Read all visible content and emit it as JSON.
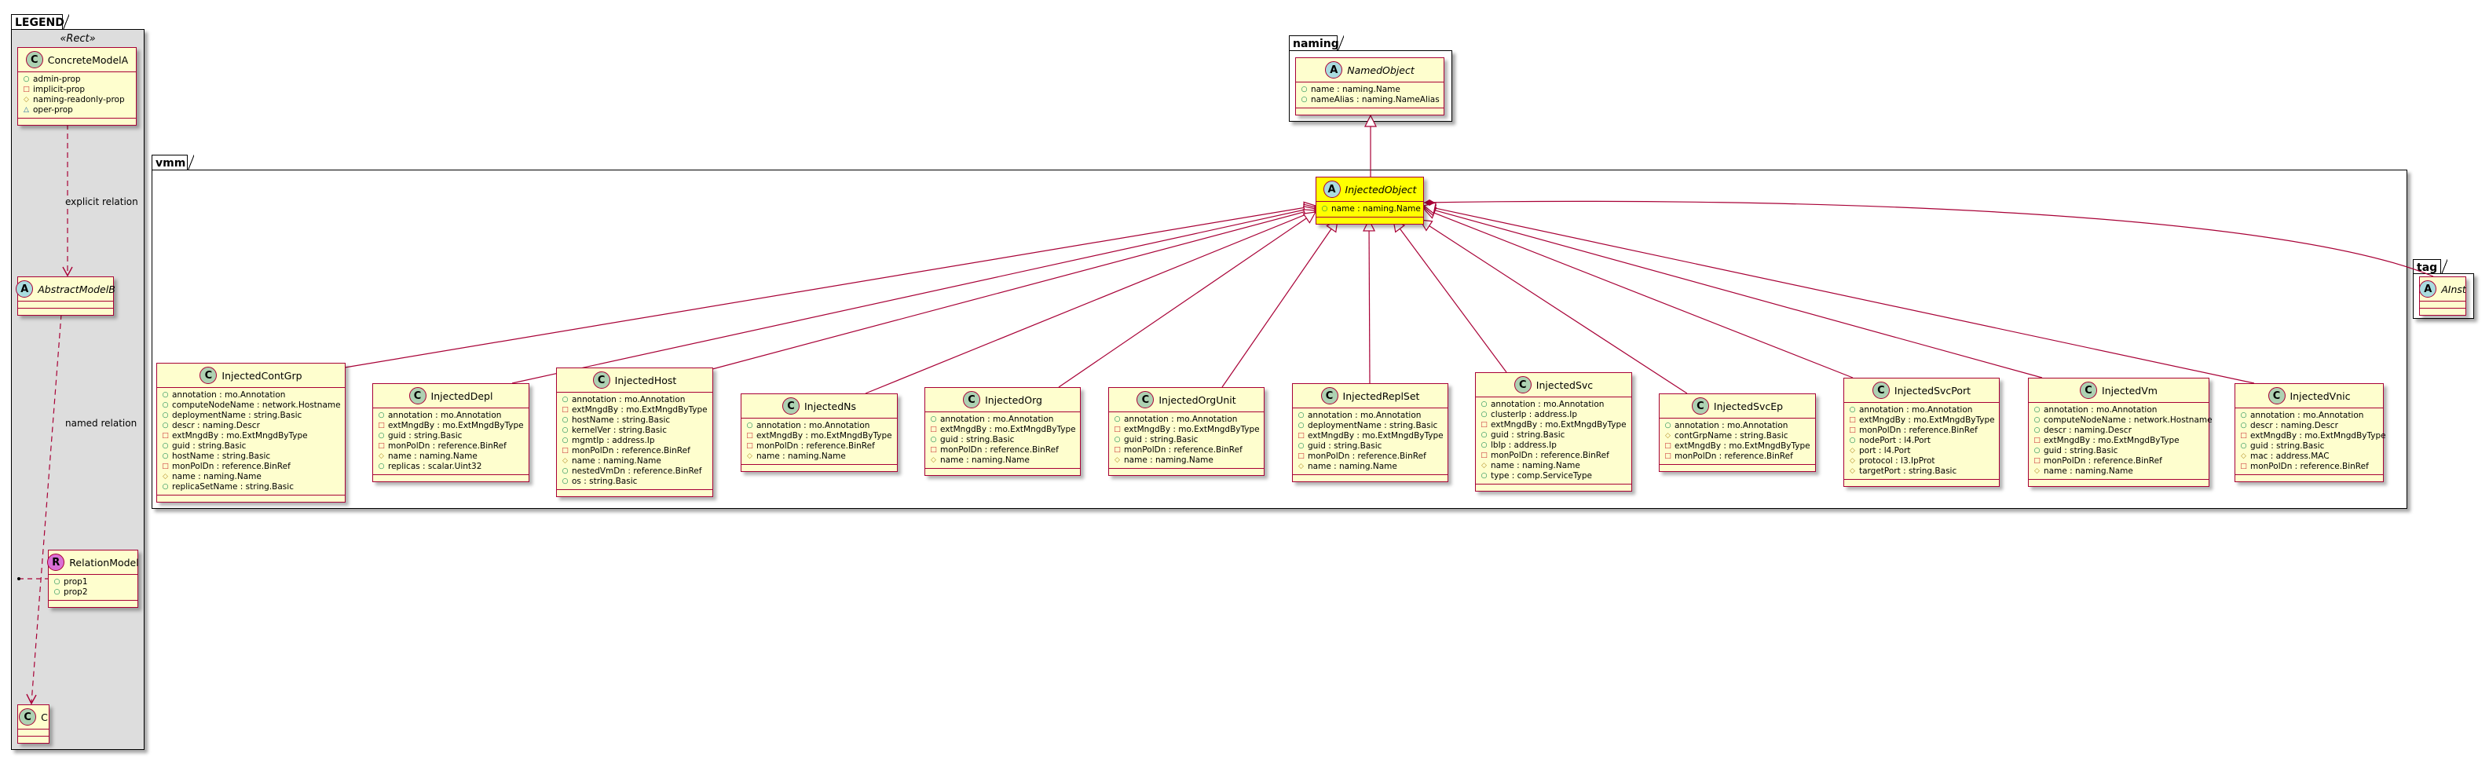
{
  "legend": {
    "title": "LEGEND",
    "stereotype": "«Rect»",
    "classes": [
      {
        "name": "ConcreteModelA",
        "kind": "C",
        "attributes": [
          {
            "vis": "+",
            "text": "admin-prop"
          },
          {
            "vis": "-",
            "text": "implicit-prop"
          },
          {
            "vis": "#",
            "text": "naming-readonly-prop"
          },
          {
            "vis": "~",
            "text": "oper-prop"
          }
        ]
      },
      {
        "name": "AbstractModelB",
        "kind": "A",
        "attributes": []
      },
      {
        "name": "RelationModel",
        "kind": "R",
        "attributes": [
          {
            "vis": "+",
            "text": "prop1"
          },
          {
            "vis": "+",
            "text": "prop2"
          }
        ]
      },
      {
        "name": "C",
        "kind": "C",
        "attributes": []
      }
    ],
    "explicit_relation_label": "explicit relation",
    "named_relation_label": "named relation"
  },
  "packages": {
    "naming": "naming",
    "vmm": "vmm",
    "tag": "tag"
  },
  "named_object": {
    "name": "NamedObject",
    "kind": "A",
    "attributes": [
      {
        "vis": "+",
        "text": "name : naming.Name"
      },
      {
        "vis": "+",
        "text": "nameAlias : naming.NameAlias"
      }
    ]
  },
  "injected_object": {
    "name": "InjectedObject",
    "kind": "A",
    "attributes": [
      {
        "vis": "+",
        "text": "name : naming.Name"
      }
    ]
  },
  "ainst": {
    "name": "AInst",
    "kind": "A",
    "attributes": []
  },
  "classes": [
    {
      "name": "InjectedContGrp",
      "kind": "C",
      "attributes": [
        {
          "vis": "+",
          "text": "annotation : mo.Annotation"
        },
        {
          "vis": "+",
          "text": "computeNodeName : network.Hostname"
        },
        {
          "vis": "+",
          "text": "deploymentName : string.Basic"
        },
        {
          "vis": "+",
          "text": "descr : naming.Descr"
        },
        {
          "vis": "-",
          "text": "extMngdBy : mo.ExtMngdByType"
        },
        {
          "vis": "+",
          "text": "guid : string.Basic"
        },
        {
          "vis": "+",
          "text": "hostName : string.Basic"
        },
        {
          "vis": "-",
          "text": "monPolDn : reference.BinRef"
        },
        {
          "vis": "#",
          "text": "name : naming.Name"
        },
        {
          "vis": "+",
          "text": "replicaSetName : string.Basic"
        }
      ]
    },
    {
      "name": "InjectedDepl",
      "kind": "C",
      "attributes": [
        {
          "vis": "+",
          "text": "annotation : mo.Annotation"
        },
        {
          "vis": "-",
          "text": "extMngdBy : mo.ExtMngdByType"
        },
        {
          "vis": "+",
          "text": "guid : string.Basic"
        },
        {
          "vis": "-",
          "text": "monPolDn : reference.BinRef"
        },
        {
          "vis": "#",
          "text": "name : naming.Name"
        },
        {
          "vis": "+",
          "text": "replicas : scalar.Uint32"
        }
      ]
    },
    {
      "name": "InjectedHost",
      "kind": "C",
      "attributes": [
        {
          "vis": "+",
          "text": "annotation : mo.Annotation"
        },
        {
          "vis": "-",
          "text": "extMngdBy : mo.ExtMngdByType"
        },
        {
          "vis": "+",
          "text": "hostName : string.Basic"
        },
        {
          "vis": "+",
          "text": "kernelVer : string.Basic"
        },
        {
          "vis": "+",
          "text": "mgmtIp : address.Ip"
        },
        {
          "vis": "-",
          "text": "monPolDn : reference.BinRef"
        },
        {
          "vis": "#",
          "text": "name : naming.Name"
        },
        {
          "vis": "+",
          "text": "nestedVmDn : reference.BinRef"
        },
        {
          "vis": "+",
          "text": "os : string.Basic"
        }
      ]
    },
    {
      "name": "InjectedNs",
      "kind": "C",
      "attributes": [
        {
          "vis": "+",
          "text": "annotation : mo.Annotation"
        },
        {
          "vis": "-",
          "text": "extMngdBy : mo.ExtMngdByType"
        },
        {
          "vis": "-",
          "text": "monPolDn : reference.BinRef"
        },
        {
          "vis": "#",
          "text": "name : naming.Name"
        }
      ]
    },
    {
      "name": "InjectedOrg",
      "kind": "C",
      "attributes": [
        {
          "vis": "+",
          "text": "annotation : mo.Annotation"
        },
        {
          "vis": "-",
          "text": "extMngdBy : mo.ExtMngdByType"
        },
        {
          "vis": "+",
          "text": "guid : string.Basic"
        },
        {
          "vis": "-",
          "text": "monPolDn : reference.BinRef"
        },
        {
          "vis": "#",
          "text": "name : naming.Name"
        }
      ]
    },
    {
      "name": "InjectedOrgUnit",
      "kind": "C",
      "attributes": [
        {
          "vis": "+",
          "text": "annotation : mo.Annotation"
        },
        {
          "vis": "-",
          "text": "extMngdBy : mo.ExtMngdByType"
        },
        {
          "vis": "+",
          "text": "guid : string.Basic"
        },
        {
          "vis": "-",
          "text": "monPolDn : reference.BinRef"
        },
        {
          "vis": "#",
          "text": "name : naming.Name"
        }
      ]
    },
    {
      "name": "InjectedReplSet",
      "kind": "C",
      "attributes": [
        {
          "vis": "+",
          "text": "annotation : mo.Annotation"
        },
        {
          "vis": "+",
          "text": "deploymentName : string.Basic"
        },
        {
          "vis": "-",
          "text": "extMngdBy : mo.ExtMngdByType"
        },
        {
          "vis": "+",
          "text": "guid : string.Basic"
        },
        {
          "vis": "-",
          "text": "monPolDn : reference.BinRef"
        },
        {
          "vis": "#",
          "text": "name : naming.Name"
        }
      ]
    },
    {
      "name": "InjectedSvc",
      "kind": "C",
      "attributes": [
        {
          "vis": "+",
          "text": "annotation : mo.Annotation"
        },
        {
          "vis": "+",
          "text": "clusterIp : address.Ip"
        },
        {
          "vis": "-",
          "text": "extMngdBy : mo.ExtMngdByType"
        },
        {
          "vis": "+",
          "text": "guid : string.Basic"
        },
        {
          "vis": "+",
          "text": "lbIp : address.Ip"
        },
        {
          "vis": "-",
          "text": "monPolDn : reference.BinRef"
        },
        {
          "vis": "#",
          "text": "name : naming.Name"
        },
        {
          "vis": "+",
          "text": "type : comp.ServiceType"
        }
      ]
    },
    {
      "name": "InjectedSvcEp",
      "kind": "C",
      "attributes": [
        {
          "vis": "+",
          "text": "annotation : mo.Annotation"
        },
        {
          "vis": "#",
          "text": "contGrpName : string.Basic"
        },
        {
          "vis": "-",
          "text": "extMngdBy : mo.ExtMngdByType"
        },
        {
          "vis": "-",
          "text": "monPolDn : reference.BinRef"
        }
      ]
    },
    {
      "name": "InjectedSvcPort",
      "kind": "C",
      "attributes": [
        {
          "vis": "+",
          "text": "annotation : mo.Annotation"
        },
        {
          "vis": "-",
          "text": "extMngdBy : mo.ExtMngdByType"
        },
        {
          "vis": "-",
          "text": "monPolDn : reference.BinRef"
        },
        {
          "vis": "+",
          "text": "nodePort : l4.Port"
        },
        {
          "vis": "#",
          "text": "port : l4.Port"
        },
        {
          "vis": "#",
          "text": "protocol : l3.IpProt"
        },
        {
          "vis": "#",
          "text": "targetPort : string.Basic"
        }
      ]
    },
    {
      "name": "InjectedVm",
      "kind": "C",
      "attributes": [
        {
          "vis": "+",
          "text": "annotation : mo.Annotation"
        },
        {
          "vis": "+",
          "text": "computeNodeName : network.Hostname"
        },
        {
          "vis": "+",
          "text": "descr : naming.Descr"
        },
        {
          "vis": "-",
          "text": "extMngdBy : mo.ExtMngdByType"
        },
        {
          "vis": "+",
          "text": "guid : string.Basic"
        },
        {
          "vis": "-",
          "text": "monPolDn : reference.BinRef"
        },
        {
          "vis": "#",
          "text": "name : naming.Name"
        }
      ]
    },
    {
      "name": "InjectedVnic",
      "kind": "C",
      "attributes": [
        {
          "vis": "+",
          "text": "annotation : mo.Annotation"
        },
        {
          "vis": "+",
          "text": "descr : naming.Descr"
        },
        {
          "vis": "-",
          "text": "extMngdBy : mo.ExtMngdByType"
        },
        {
          "vis": "+",
          "text": "guid : string.Basic"
        },
        {
          "vis": "#",
          "text": "mac : address.MAC"
        },
        {
          "vis": "-",
          "text": "monPolDn : reference.BinRef"
        }
      ]
    }
  ],
  "colors": {
    "border": "#A80036",
    "class_fill": "#FEFECE",
    "highlight": "#FFFF00",
    "legend_fill": "#DDDDDD",
    "public": "#038048",
    "private": "#C82930",
    "protected": "#B38D22",
    "package": "#1963A0"
  }
}
